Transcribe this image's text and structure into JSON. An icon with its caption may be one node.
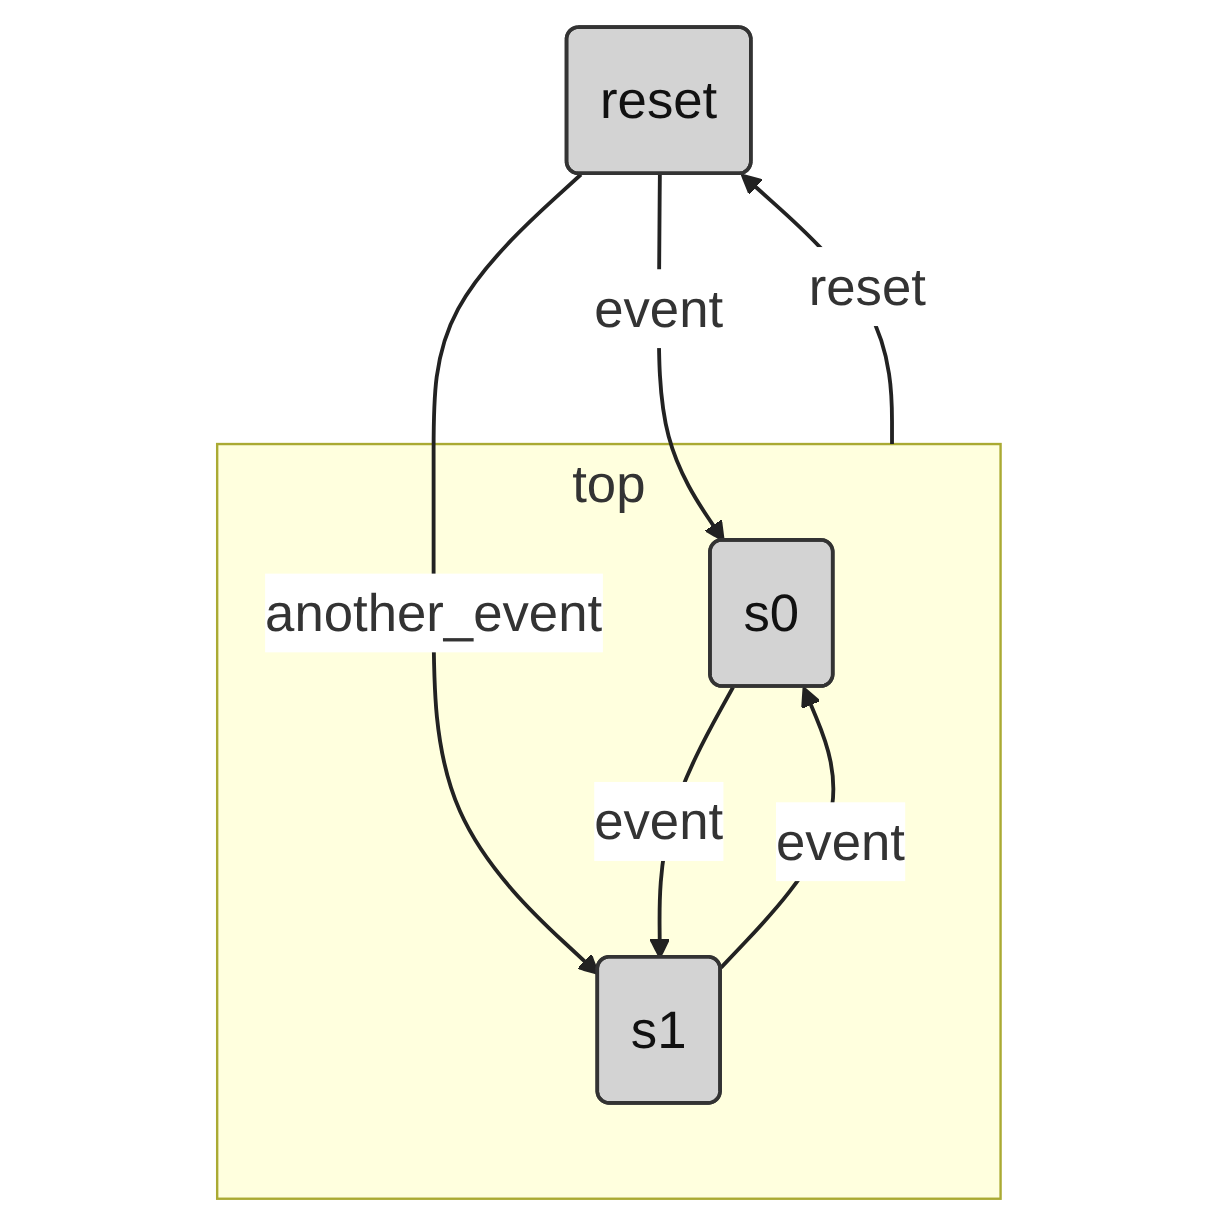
{
  "diagram": {
    "nodes": [
      {
        "text": [
          "reset"
        ]
      },
      {
        "text": [
          "top"
        ]
      },
      {
        "text": [
          "s0"
        ],
        "in": 1
      },
      {
        "text": [
          "s1"
        ],
        "in": 1
      }
    ],
    "edges": [
      {
        "from": 1,
        "to": 0,
        "arrow": "to",
        "label": "reset"
      },
      {
        "from": 0,
        "to": 2,
        "arrow": "to",
        "label": "event"
      },
      {
        "from": 0,
        "to": 3,
        "arrow": "to",
        "label": "another_event"
      },
      {
        "from": 2,
        "to": 3,
        "arrow": "to",
        "label": "event"
      },
      {
        "from": 3,
        "to": 2,
        "arrow": "to",
        "label": "event"
      }
    ]
  }
}
